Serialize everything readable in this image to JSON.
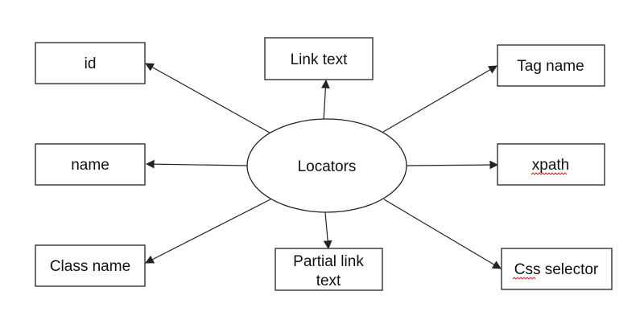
{
  "diagram": {
    "center": {
      "label": "Locators"
    },
    "nodes": {
      "id": {
        "label": "id"
      },
      "name": {
        "label": "name"
      },
      "class_name": {
        "label": "Class name"
      },
      "link_text": {
        "label": "Link text"
      },
      "partial_link_text": {
        "label_line1": "Partial link",
        "label_line2": "text"
      },
      "tag_name": {
        "label": "Tag name"
      },
      "xpath": {
        "label": "xpath"
      },
      "css_selector": {
        "label": "Css selector"
      }
    },
    "colors": {
      "stroke": "#222222",
      "text": "#111111",
      "spellcheck_underline": "#d42a2a"
    }
  }
}
